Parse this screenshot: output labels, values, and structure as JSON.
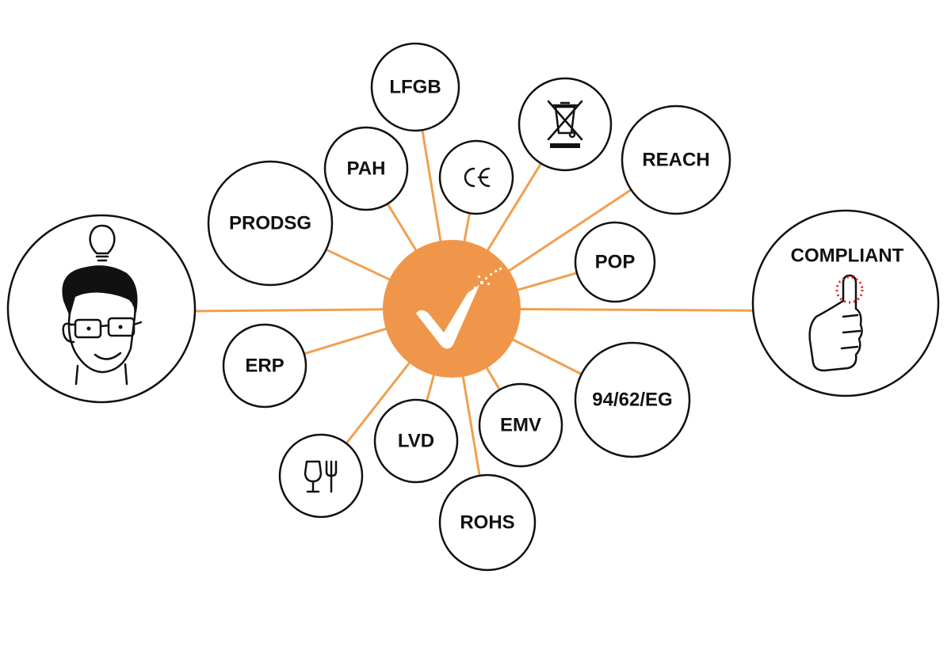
{
  "diagram": {
    "center": {
      "label": "compliance-check",
      "icon": "checkmark-icon",
      "color": "#F0964A"
    },
    "line_color": "#F0A050",
    "nodes": [
      {
        "id": "lfgb",
        "label": "LFGB"
      },
      {
        "id": "pah",
        "label": "PAH"
      },
      {
        "id": "ce",
        "label": "CE"
      },
      {
        "id": "weee",
        "icon": "crossed-out-bin-icon"
      },
      {
        "id": "reach",
        "label": "REACH"
      },
      {
        "id": "prodsg",
        "label": "PRODSG"
      },
      {
        "id": "pop",
        "label": "POP"
      },
      {
        "id": "erp",
        "label": "ERP"
      },
      {
        "id": "eg",
        "label": "94/62/EG"
      },
      {
        "id": "emv",
        "label": "EMV"
      },
      {
        "id": "lvd",
        "label": "LVD"
      },
      {
        "id": "food",
        "icon": "glass-fork-icon"
      },
      {
        "id": "rohs",
        "label": "ROHS"
      }
    ],
    "left": {
      "icon": "person-with-idea-icon"
    },
    "right": {
      "label": "COMPLIANT",
      "icon": "thumbs-up-icon",
      "accent": "#E02020"
    }
  }
}
